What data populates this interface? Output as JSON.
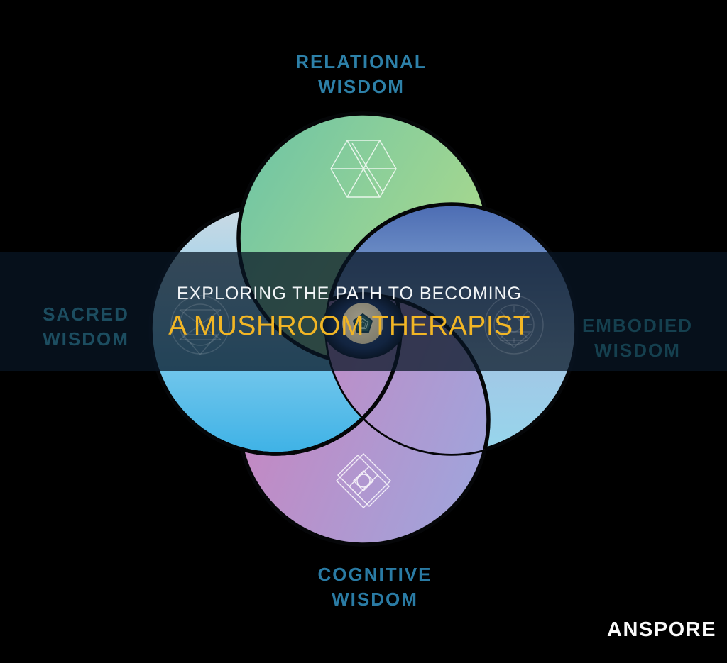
{
  "diagram": {
    "title_line1": "EXPLORING THE PATH TO BECOMING",
    "title_line2": "A MUSHROOM THERAPIST",
    "title_line2_color": "#f2b625",
    "banner_color": "#0a1a28",
    "sets": [
      {
        "id": "top",
        "line1": "RELATIONAL",
        "line2": "WISDOM",
        "fill": "#8fd098",
        "label_color": "#2d80a8",
        "icon": "hexagon-geometric-icon"
      },
      {
        "id": "left",
        "line1": "SACRED",
        "line2": "WISDOM",
        "fill": "#90d2ef",
        "label_color": "#1c4d60",
        "icon": "mandala-envelope-icon"
      },
      {
        "id": "right",
        "line1": "EMBODIED",
        "line2": "WISDOM",
        "fill": "#4c6cb3",
        "label_color": "#15404f",
        "icon": "mandala-sun-icon"
      },
      {
        "id": "bottom",
        "line1": "COGNITIVE",
        "line2": "WISDOM",
        "fill": "#c885c0",
        "label_color": "#2a7ba4",
        "icon": "interlocked-diamonds-icon"
      }
    ],
    "center": {
      "icon": "mushroom-pentagon-icon"
    }
  },
  "logo": {
    "text": "ANSPORE"
  }
}
